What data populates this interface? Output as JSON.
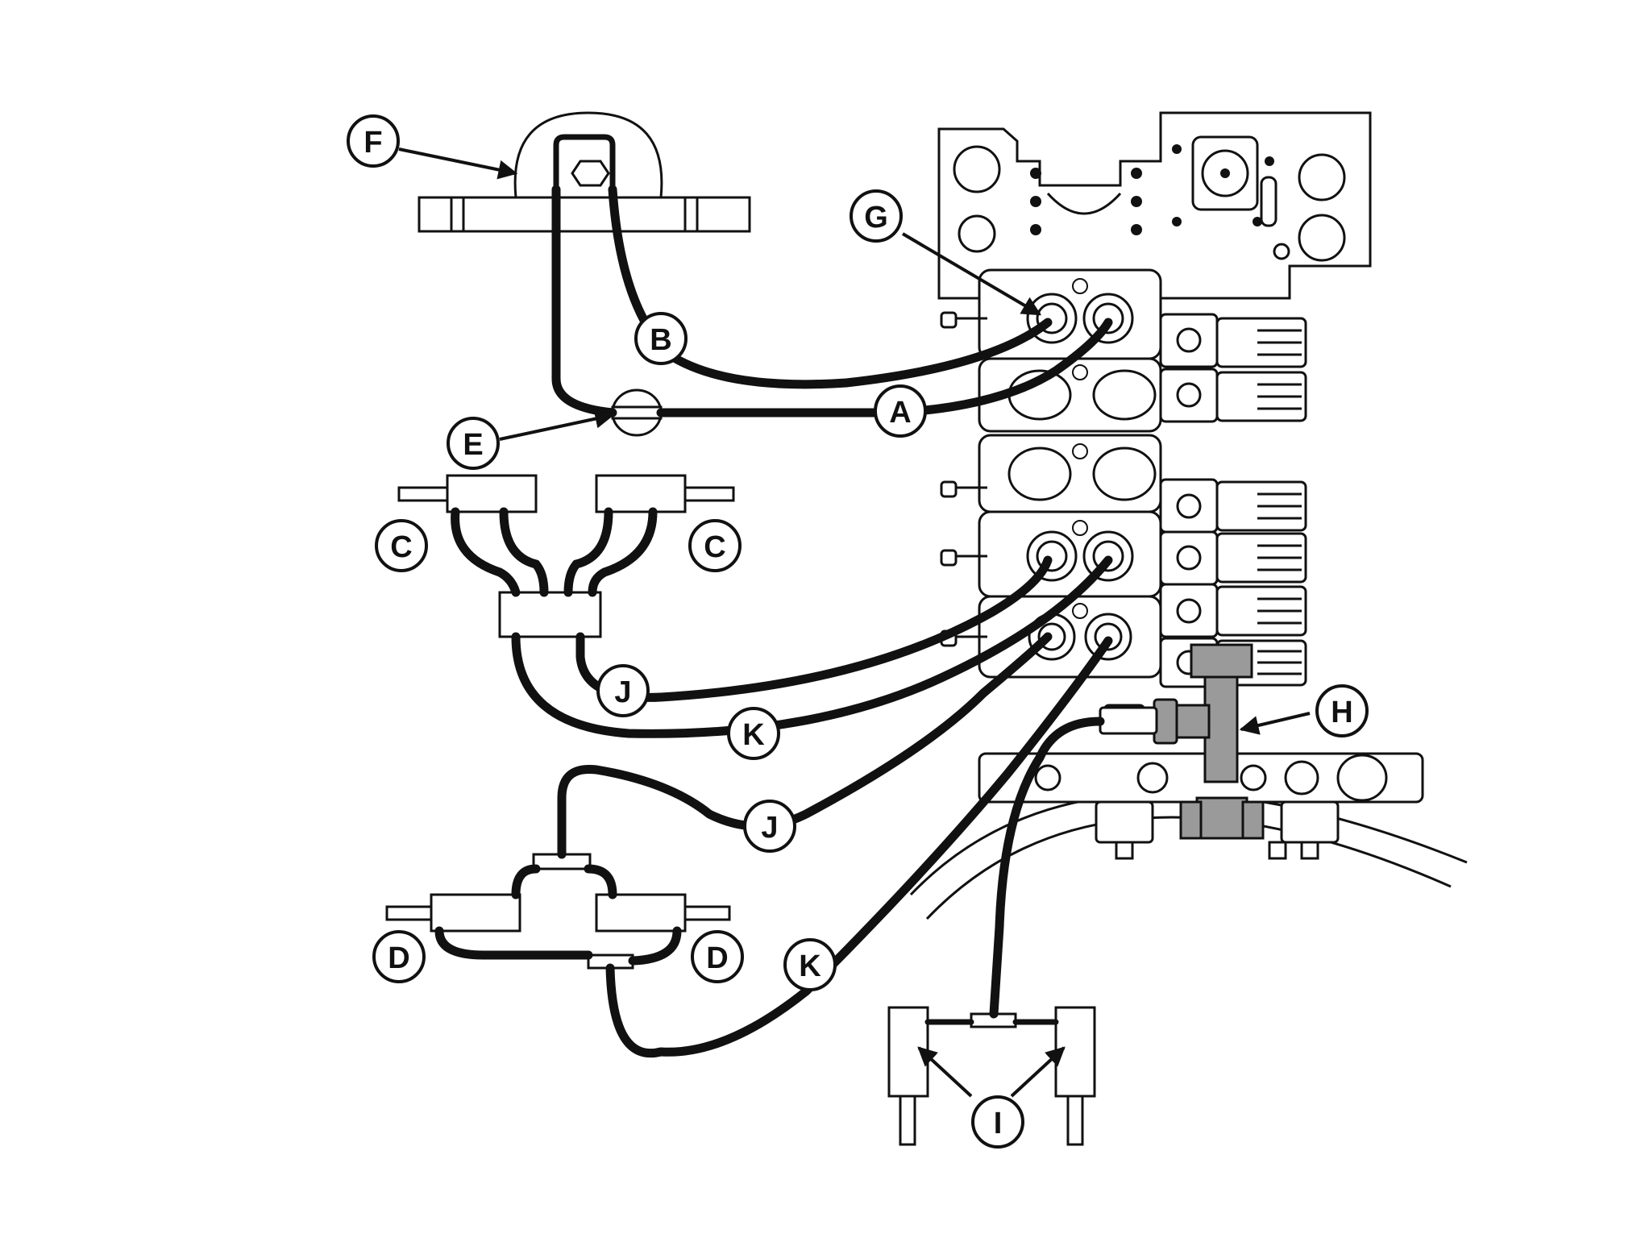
{
  "callouts": {
    "A": "A",
    "B": "B",
    "C": "C",
    "D": "D",
    "E": "E",
    "F": "F",
    "G": "G",
    "H": "H",
    "I": "I",
    "J": "J",
    "K": "K"
  },
  "colors": {
    "line": "#111111",
    "background": "#ffffff",
    "shaded_fitting": "#9a9a9a"
  }
}
